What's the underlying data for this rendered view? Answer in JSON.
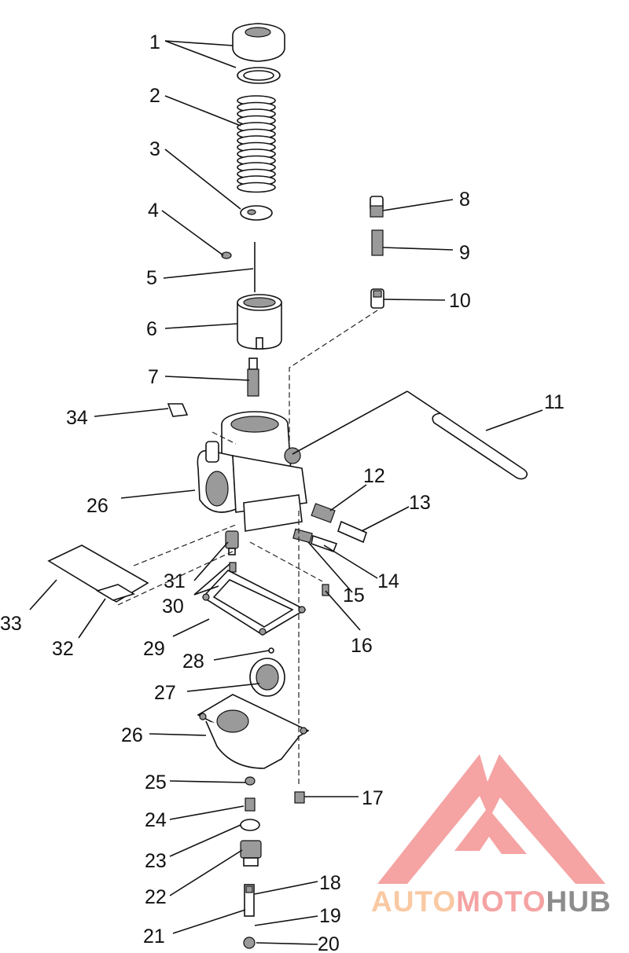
{
  "diagram": {
    "callouts": [
      {
        "id": "c1",
        "text": "1"
      },
      {
        "id": "c2",
        "text": "2"
      },
      {
        "id": "c3",
        "text": "3"
      },
      {
        "id": "c4",
        "text": "4"
      },
      {
        "id": "c5",
        "text": "5"
      },
      {
        "id": "c6",
        "text": "6"
      },
      {
        "id": "c7",
        "text": "7"
      },
      {
        "id": "c8",
        "text": "8"
      },
      {
        "id": "c9",
        "text": "9"
      },
      {
        "id": "c10",
        "text": "10"
      },
      {
        "id": "c11",
        "text": "11"
      },
      {
        "id": "c12",
        "text": "12"
      },
      {
        "id": "c13",
        "text": "13"
      },
      {
        "id": "c14",
        "text": "14"
      },
      {
        "id": "c15",
        "text": "15"
      },
      {
        "id": "c16",
        "text": "16"
      },
      {
        "id": "c17",
        "text": "17"
      },
      {
        "id": "c18",
        "text": "18"
      },
      {
        "id": "c19",
        "text": "19"
      },
      {
        "id": "c20",
        "text": "20"
      },
      {
        "id": "c21",
        "text": "21"
      },
      {
        "id": "c22",
        "text": "22"
      },
      {
        "id": "c23",
        "text": "23"
      },
      {
        "id": "c24",
        "text": "24"
      },
      {
        "id": "c25",
        "text": "25"
      },
      {
        "id": "c26a",
        "text": "26"
      },
      {
        "id": "c26b",
        "text": "26"
      },
      {
        "id": "c27",
        "text": "27"
      },
      {
        "id": "c28",
        "text": "28"
      },
      {
        "id": "c29",
        "text": "29"
      },
      {
        "id": "c30",
        "text": "30"
      },
      {
        "id": "c31",
        "text": "31"
      },
      {
        "id": "c32",
        "text": "32"
      },
      {
        "id": "c33",
        "text": "33"
      },
      {
        "id": "c34",
        "text": "34"
      }
    ]
  },
  "watermark": {
    "word_auto": "AUTO",
    "word_moto": "MOTO",
    "word_hub": "HUB",
    "color_light": "#f9c9a3",
    "color_pink": "#f5a3a3",
    "color_gray": "#8c8c8c"
  }
}
